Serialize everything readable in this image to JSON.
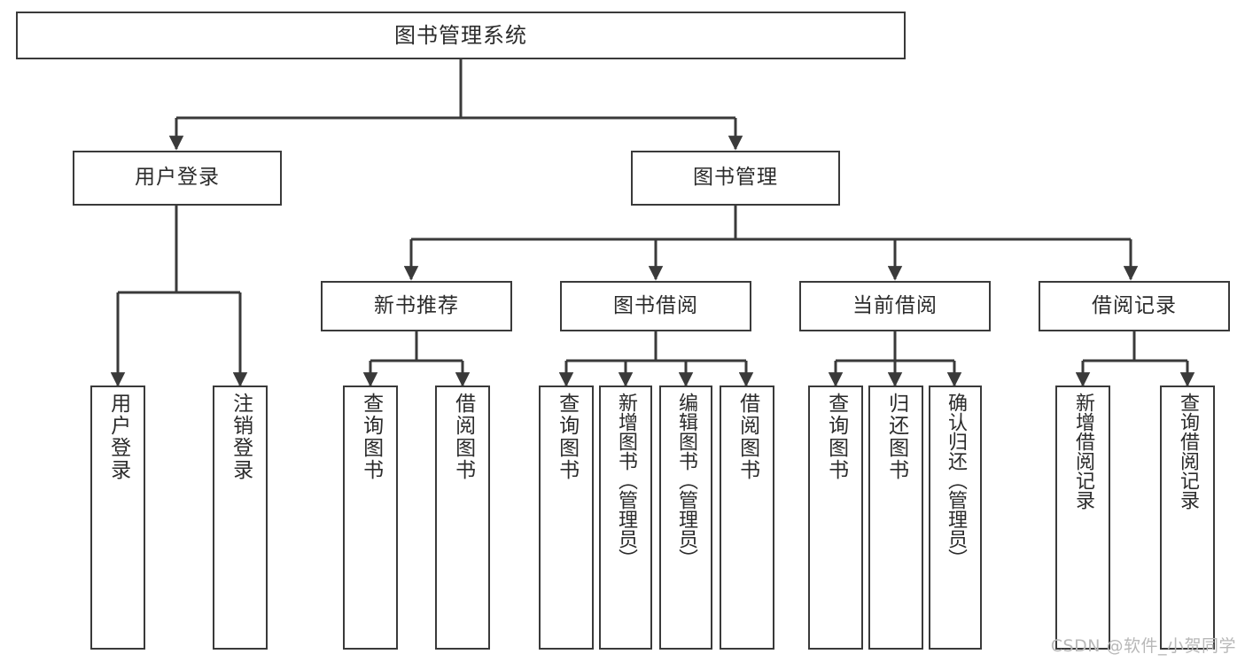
{
  "diagram": {
    "title": "图书管理系统",
    "watermark": "CSDN @软件_小贺同学",
    "colors": {
      "stroke": "#3a3a3a",
      "fill": "#ffffff",
      "text": "#2b2b2b",
      "watermark": "#b8b8b8"
    },
    "levels": {
      "root": {
        "label": "图书管理系统"
      },
      "level2": [
        {
          "label": "用户登录"
        },
        {
          "label": "图书管理"
        }
      ],
      "level3": [
        {
          "label": "新书推荐"
        },
        {
          "label": "图书借阅"
        },
        {
          "label": "当前借阅"
        },
        {
          "label": "借阅记录"
        }
      ],
      "leaves": {
        "user_login": [
          {
            "label": "用户登录"
          },
          {
            "label": "注销登录"
          }
        ],
        "new_book_recommend": [
          {
            "label": "查询图书"
          },
          {
            "label": "借阅图书"
          }
        ],
        "book_borrow": [
          {
            "label": "查询图书"
          },
          {
            "label": "新增图书（管理员）"
          },
          {
            "label": "编辑图书（管理员）"
          },
          {
            "label": "借阅图书"
          }
        ],
        "current_borrow": [
          {
            "label": "查询图书"
          },
          {
            "label": "归还图书"
          },
          {
            "label": "确认归还（管理员）"
          }
        ],
        "borrow_record": [
          {
            "label": "新增借阅记录"
          },
          {
            "label": "查询借阅记录"
          }
        ]
      }
    }
  }
}
